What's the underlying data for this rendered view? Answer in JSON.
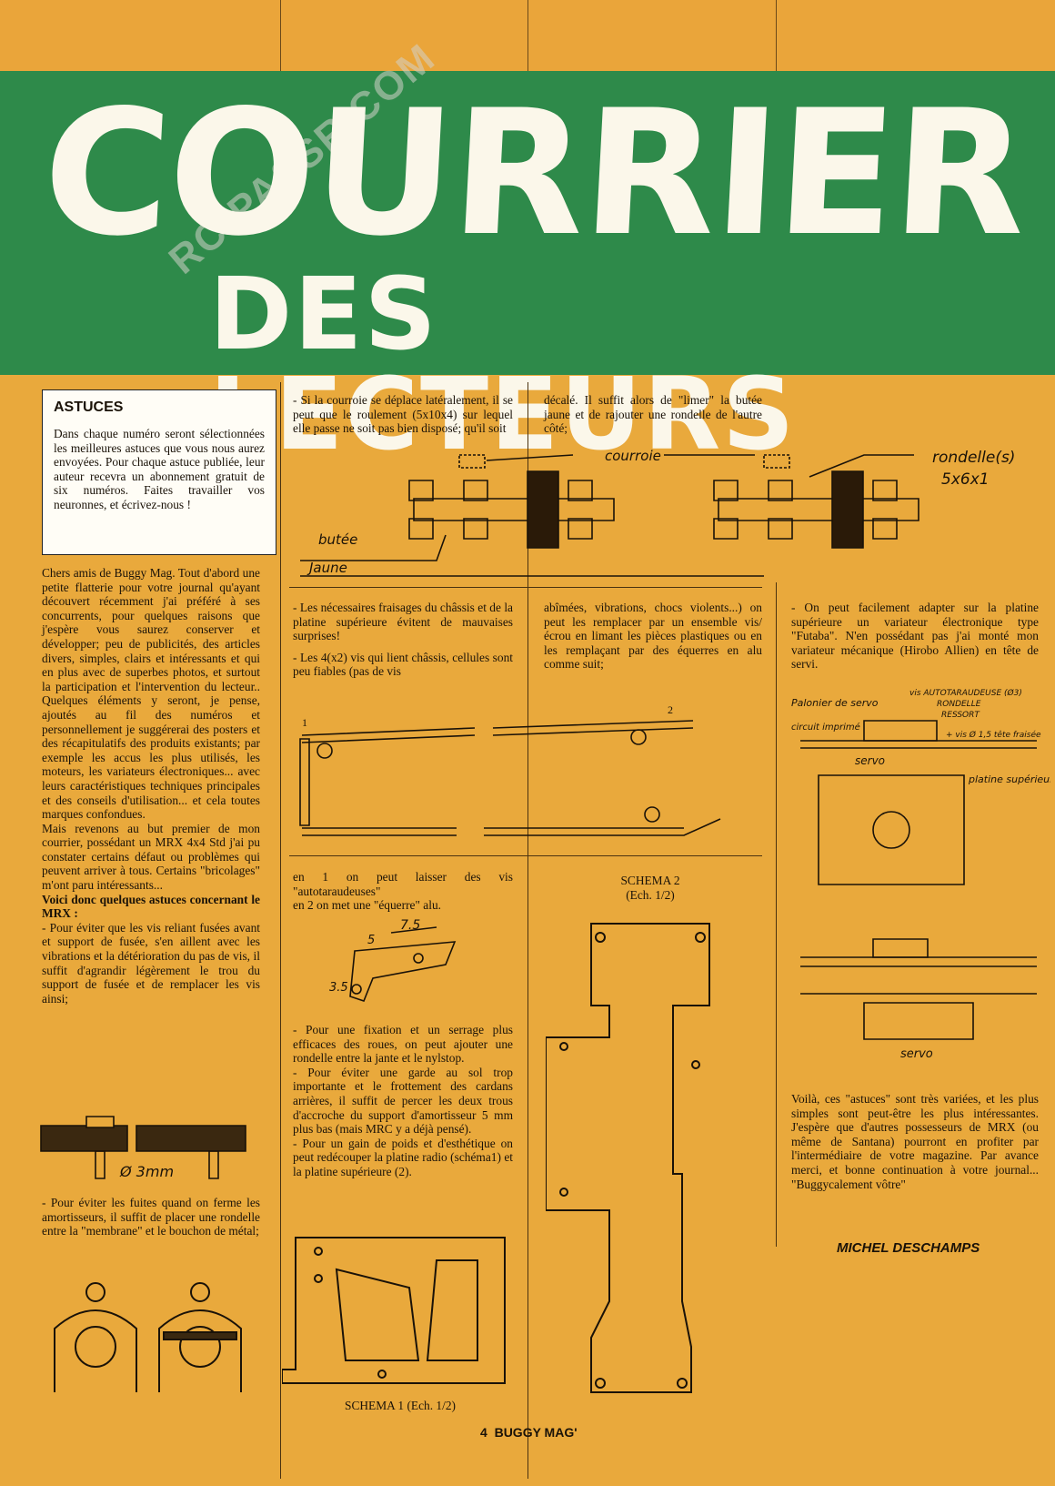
{
  "header": {
    "title_line1": "COURRIER",
    "title_line2": "DES LECTEURS",
    "watermark": "RC-PASSR.COM"
  },
  "box": {
    "title": "ASTUCES",
    "text": "Dans chaque numéro seront sélectionnées les meilleures astuces que vous nous aurez envoyées. Pour chaque astuce publiée, leur auteur recevra un abonnement gratuit de six numéros. Faites travailler vos neuronnes, et écrivez-nous !"
  },
  "col1": {
    "p1": "Chers amis de Buggy Mag. Tout d'abord une petite flatterie pour votre journal qu'ayant découvert récemment j'ai préféré à ses concurrents, pour quelques raisons que j'espère vous saurez conserver et développer; peu de publicités, des articles divers, simples, clairs et intéressants et qui en plus avec de superbes photos, et surtout la participation et l'intervention du lecteur.. Quelques éléments y seront, je pense, ajoutés au fil des numéros et personnellement je suggérerai des posters et des récapitulatifs des produits existants; par exemple les accus les plus utilisés, les moteurs, les variateurs électroniques... avec leurs caractéristiques techniques principales et des conseils d'utilisation... et cela toutes marques confondues.",
    "p2": "Mais revenons au but premier de mon courrier, possédant un MRX 4x4 Std j'ai pu constater certains défaut ou problèmes qui peuvent arriver à tous. Certains \"bricolages\" m'ont paru intéressants...",
    "p3": "Voici donc quelques astuces concernant le MRX :",
    "p4": "- Pour éviter que les vis reliant fusées avant et support de fusée, s'en aillent avec les vibrations et la détérioration du pas de vis, il suffit d'agrandir légèrement le trou du support de fusée et de remplacer les vis ainsi;",
    "p5": "- Pour éviter les fuites quand on ferme les amortisseurs, il suffit de placer une rondelle entre la \"membrane\" et le bouchon de métal;"
  },
  "top2": "- Si la courroie se déplace latéralement, il se peut que le roulement (5x10x4) sur lequel elle passe ne soit pas bien disposé; qu'il soit",
  "top3": "décalé. Il suffit alors de \"limer\" la butée jaune et de rajouter une rondelle de l'autre côté;",
  "mid2": {
    "p1": "- Les nécessaires fraisages du châssis et de la platine supérieure évitent de mauvaises surprises!",
    "p2": "- Les 4(x2) vis qui lient châssis, cellules sont peu fiables (pas de vis"
  },
  "mid3": "abîmées, vibrations, chocs violents...) on peut les remplacer par un ensemble vis/écrou en limant les pièces plastiques ou en les remplaçant par des équerres en alu comme suit;",
  "col4": {
    "p1": "- On peut facilement adapter sur la platine supérieure un variateur électronique type \"Futaba\". N'en possédant pas j'ai monté mon variateur mécanique (Hirobo Allien) en tête de servi.",
    "p2": "Voilà, ces \"astuces\" sont très variées, et les plus simples sont peut-être les plus intéressantes. J'espère que d'autres possesseurs de MRX (ou même de Santana) pourront en profiter par l'intermédiaire de votre magazine. Par avance merci, et bonne continuation à votre journal... \"Buggycalement vôtre\"",
    "signature": "MICHEL DESCHAMPS"
  },
  "low2": {
    "p1": "en 1 on peut laisser des vis \"autotaraudeuses\"",
    "p2": "en 2 on met une \"équerre\" alu.",
    "p3": "- Pour une fixation et un serrage plus efficaces des roues, on peut ajouter une rondelle entre la jante et le nylstop.",
    "p4": "- Pour éviter une garde au sol trop importante et le frottement des cardans arrières, il suffit de percer les deux trous d'accroche du support d'amortisseur 5 mm plus bas (mais MRC y a déjà pensé).",
    "p5": "- Pour un gain de poids et d'esthétique on peut redécouper la platine radio (schéma1) et la platine supérieure (2)."
  },
  "captions": {
    "schema1": "SCHEMA 1 (Ech. 1/2)",
    "schema2_line1": "SCHEMA 2",
    "schema2_line2": "(Ech. 1/2)"
  },
  "hand_labels": {
    "courroie": "courroie",
    "rondelles": "rondelle(s)",
    "rondelles_size": "5x6x1",
    "butee1": "butée",
    "butee2": "Jaune",
    "phi": "Ø 3mm",
    "n1": "1",
    "n2": "2",
    "dim75": "7.5",
    "dim5": "5",
    "dim35": "3.5",
    "palonnier": "Palonier de servo",
    "vis_auto": "vis AUTOTARAUDEUSE (Ø3)",
    "rondelle": "RONDELLE",
    "ressort": "RESSORT",
    "circuit": "circuit imprimé",
    "vis_tete": "+ vis Ø 1,5 tête fraisée",
    "servo1": "servo",
    "platine": "platine supérieure",
    "servo2": "servo"
  },
  "footer": {
    "page": "4",
    "mag": "BUGGY MAG'"
  }
}
